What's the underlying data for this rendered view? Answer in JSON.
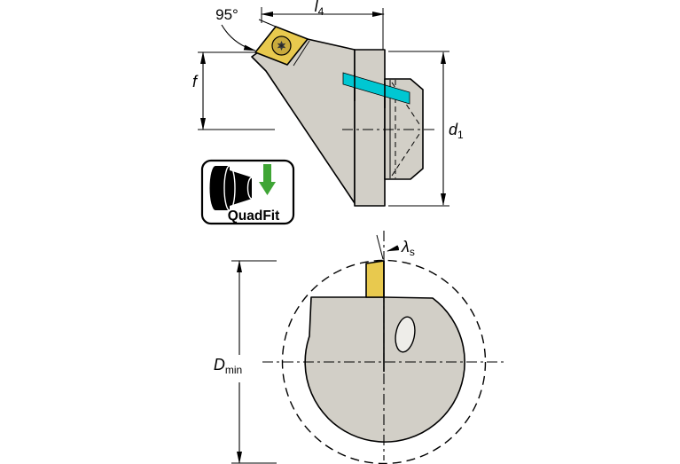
{
  "drawing": {
    "side_view": {
      "angle_label": "95°",
      "length": {
        "base": "l",
        "sub": "4"
      },
      "setback": {
        "base": "f"
      },
      "diameter": {
        "base": "d",
        "sub": "1"
      }
    },
    "front_view": {
      "min_bore": {
        "base": "D",
        "sub": "min"
      },
      "inclination": {
        "base": "λ",
        "sub": "s"
      }
    },
    "badge": {
      "label": "QuadFit"
    }
  },
  "colors": {
    "background": "#ffffff",
    "body_fill": "#d2cfc7",
    "insert_fill": "#e8c94e",
    "stripe_fill": "#00c7d2",
    "arrow_green": "#3fa535",
    "screw_fill": "#c9aa3c",
    "screw_star": "#3a3a3a",
    "line": "#000000",
    "hole_fill": "#eeede9"
  }
}
